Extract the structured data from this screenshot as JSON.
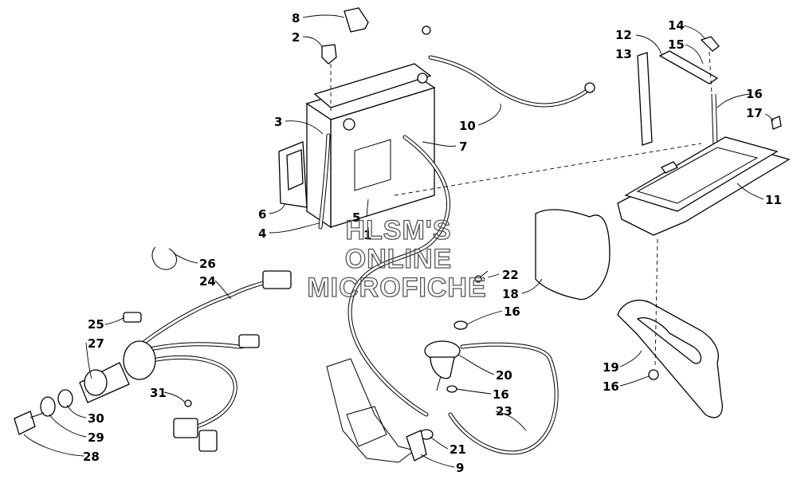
{
  "watermark": {
    "lines": [
      "HLSM'S",
      "ONLINE",
      "MICROFICHE"
    ],
    "color": "#555555"
  },
  "callouts": [
    "8",
    "2",
    "3",
    "6",
    "4",
    "5",
    "1",
    "10",
    "7",
    "14",
    "12",
    "15",
    "13",
    "16",
    "17",
    "11",
    "26",
    "24",
    "25",
    "27",
    "31",
    "30",
    "29",
    "28",
    "22",
    "18",
    "16",
    "20",
    "16",
    "23",
    "21",
    "9",
    "19",
    "16"
  ]
}
